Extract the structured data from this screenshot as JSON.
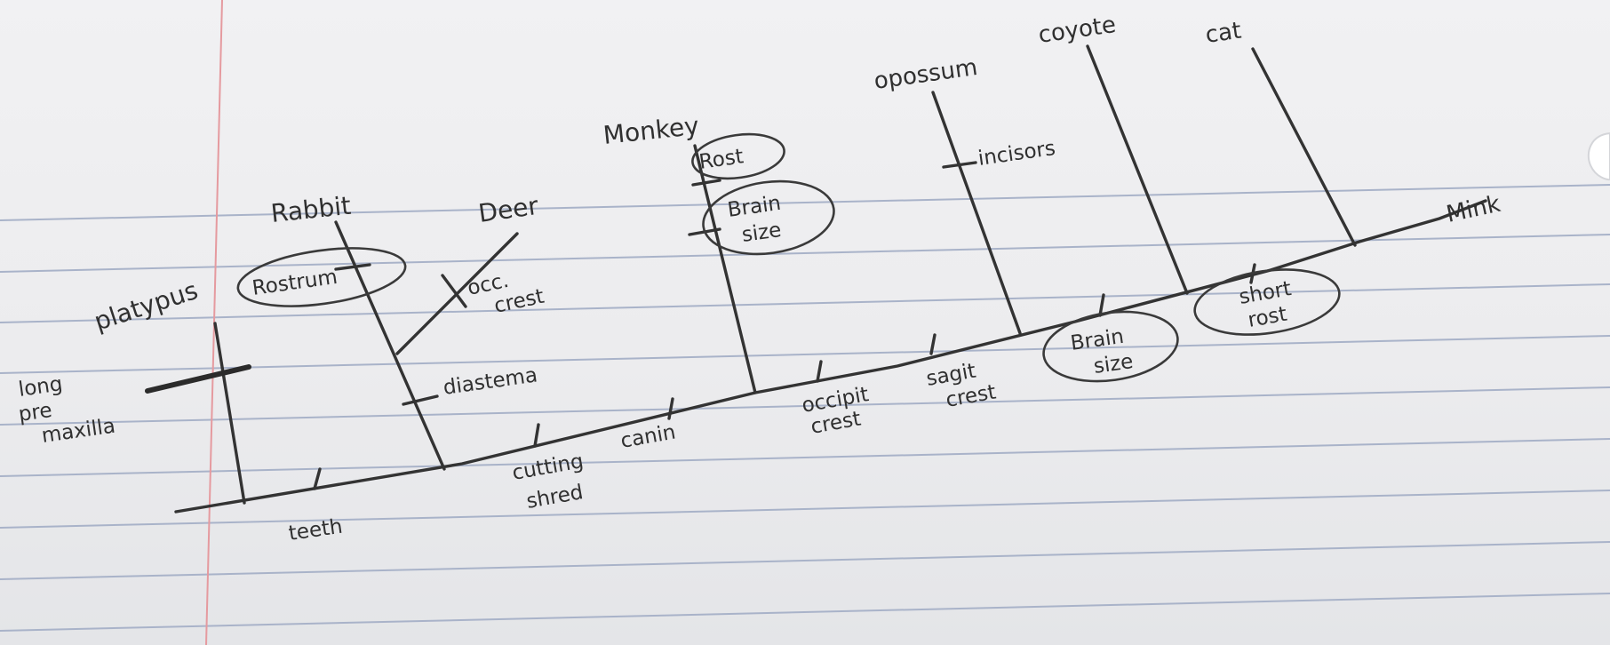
{
  "taxa": {
    "platypus": "platypus",
    "rabbit": "Rabbit",
    "deer": "Deer",
    "monkey": "Monkey",
    "opossum": "opossum",
    "coyote": "coyote",
    "cat": "cat",
    "mink": "Mink"
  },
  "characters": {
    "long_premaxilla": [
      "long",
      "pre",
      "maxilla"
    ],
    "teeth": "teeth",
    "rostrum": "Rostrum",
    "diastema": "diastema",
    "occ_crest_deer": [
      "occ.",
      "crest"
    ],
    "cutting_shred": [
      "cutting",
      "shred"
    ],
    "canine": "canin",
    "rost": "Rost",
    "brain_size_monkey": [
      "Brain",
      "size"
    ],
    "occipit_crest": [
      "occipit",
      "crest"
    ],
    "incisors": "incisors",
    "sagit_crest": [
      "sagit",
      "crest"
    ],
    "brain_size": [
      "Brain",
      "size"
    ],
    "short_rost": [
      "short",
      "rost"
    ]
  },
  "colors": {
    "ink": "#333333",
    "ruling": "#a9b3c9",
    "margin": "#e59a9f",
    "paper": "#eeeeef"
  }
}
